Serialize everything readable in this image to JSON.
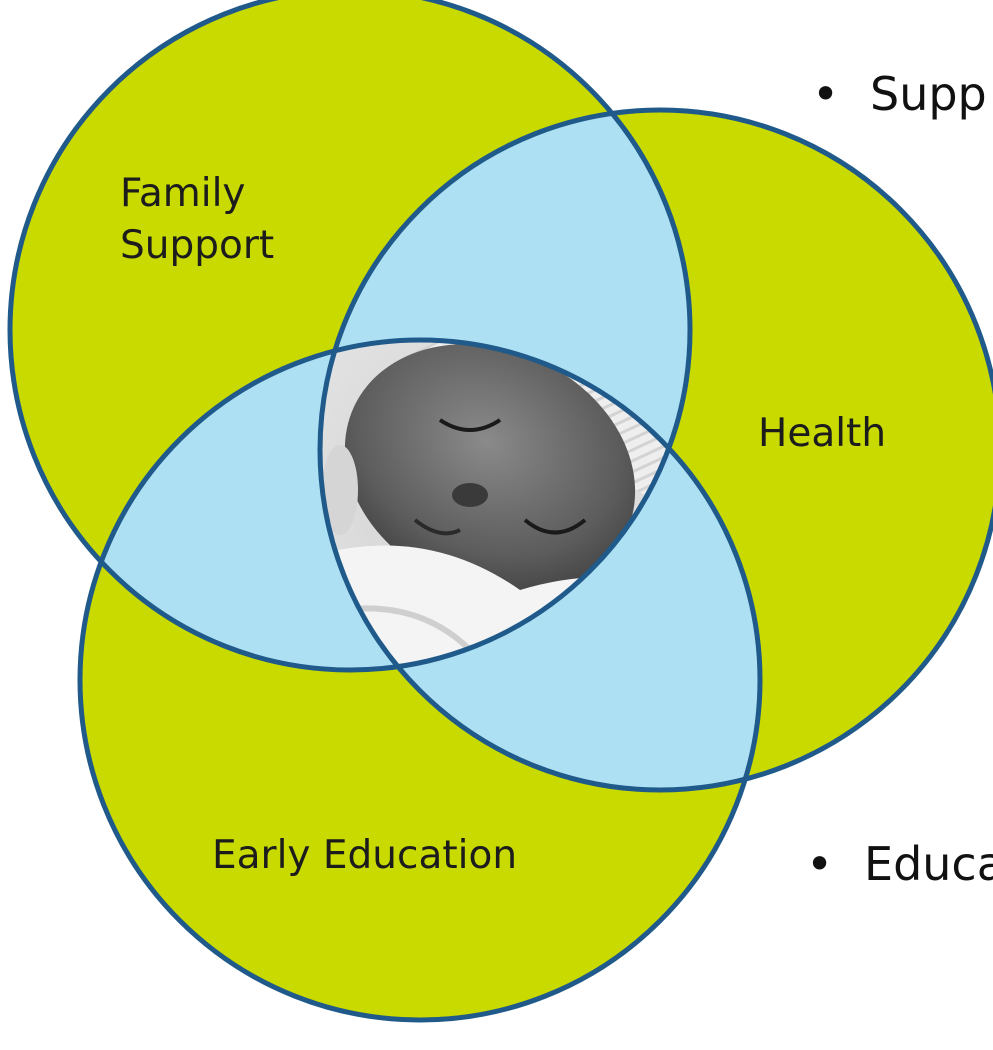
{
  "diagram": {
    "type": "venn",
    "sets": [
      {
        "label_lines": [
          "Family",
          "Support"
        ]
      },
      {
        "label_lines": [
          "Health"
        ]
      },
      {
        "label_lines": [
          "Early Education"
        ]
      }
    ],
    "center": "photo of sleeping newborn",
    "colors": {
      "set_fill": "#c8da00",
      "overlap_fill": "#aee0f4",
      "outline": "#1f5a8a"
    }
  },
  "bullets": [
    {
      "marker": "•",
      "text": "Supp"
    },
    {
      "marker": "•",
      "text": "Educa"
    }
  ]
}
